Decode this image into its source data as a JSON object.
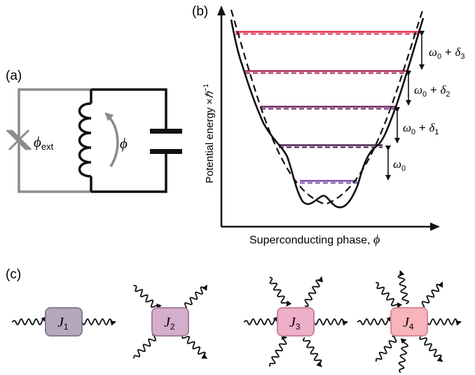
{
  "panels": {
    "a": {
      "label": "(a)",
      "flux_ext": "ϕ",
      "flux_ext_sub": "ext",
      "phase": "ϕ"
    },
    "b": {
      "label": "(b)",
      "ylabel_main": "Potential energy ×",
      "ylabel_hbar": "ℏ",
      "ylabel_exp": "−1",
      "xlabel": "Superconducting phase, ",
      "xlabel_sym": "ϕ",
      "spacings": [
        {
          "omega": "ω",
          "sub": "0",
          "plus": "",
          "delta": "",
          "dsub": ""
        },
        {
          "omega": "ω",
          "sub": "0",
          "plus": " + ",
          "delta": "δ",
          "dsub": "1"
        },
        {
          "omega": "ω",
          "sub": "0",
          "plus": " + ",
          "delta": "δ",
          "dsub": "2"
        },
        {
          "omega": "ω",
          "sub": "0",
          "plus": " + ",
          "delta": "δ",
          "dsub": "3"
        }
      ],
      "level_colors": [
        "#7a4fa8",
        "#4a2550",
        "#6e2a64",
        "#a8285e",
        "#e0304a"
      ]
    },
    "c": {
      "label": "(c)",
      "nodes": [
        {
          "letter": "J",
          "sub": "1",
          "fill": "#b7a7bd",
          "stroke": "#8a7a92",
          "legs": 2
        },
        {
          "letter": "J",
          "sub": "2",
          "fill": "#d4aecb",
          "stroke": "#a8809e",
          "legs": 4
        },
        {
          "letter": "J",
          "sub": "3",
          "fill": "#eeafc8",
          "stroke": "#c8849e",
          "legs": 6
        },
        {
          "letter": "J",
          "sub": "4",
          "fill": "#f8b5bb",
          "stroke": "#d88a92",
          "legs": 8
        }
      ]
    }
  }
}
